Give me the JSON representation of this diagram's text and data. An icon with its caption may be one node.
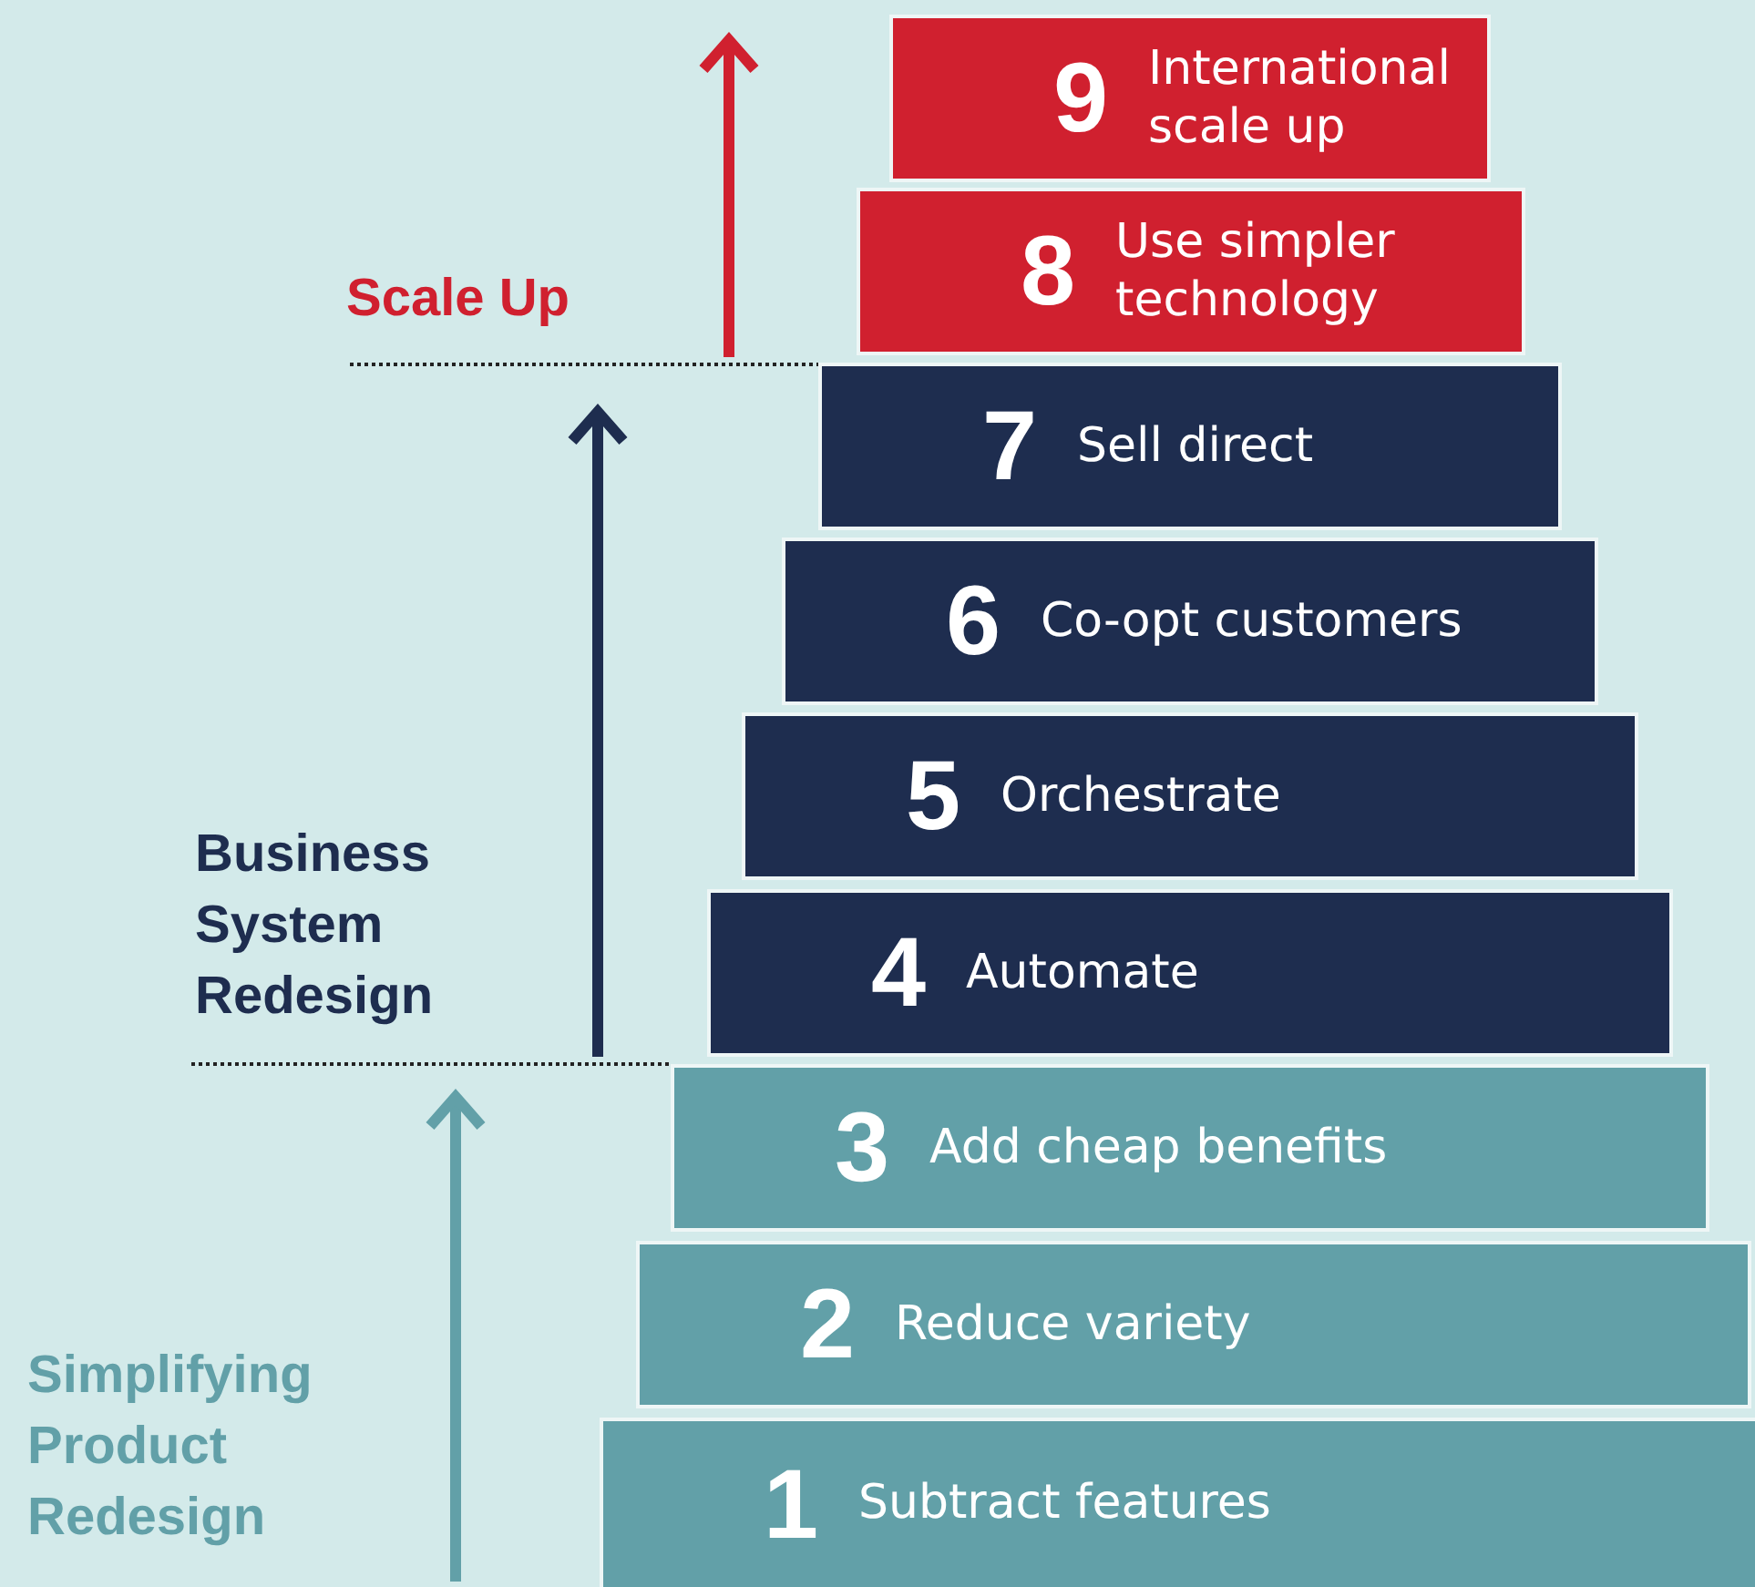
{
  "diagram": {
    "nodes": [
      {
        "text": [
          "9",
          "International scale up"
        ]
      },
      {
        "text": [
          "8",
          "Use simpler technology"
        ]
      },
      {
        "text": [
          "7",
          "Sell direct"
        ]
      },
      {
        "text": [
          "6",
          "Co-opt customers"
        ]
      },
      {
        "text": [
          "5",
          "Orchestrate"
        ]
      },
      {
        "text": [
          "4",
          "Automate"
        ]
      },
      {
        "text": [
          "3",
          "Add cheap benefits"
        ]
      },
      {
        "text": [
          "2",
          "Reduce variety"
        ]
      },
      {
        "text": [
          "1",
          "Subtract features"
        ]
      }
    ],
    "labels": [
      "Scale Up",
      "Business System Redesign",
      "Simplifying Product Redesign"
    ]
  }
}
